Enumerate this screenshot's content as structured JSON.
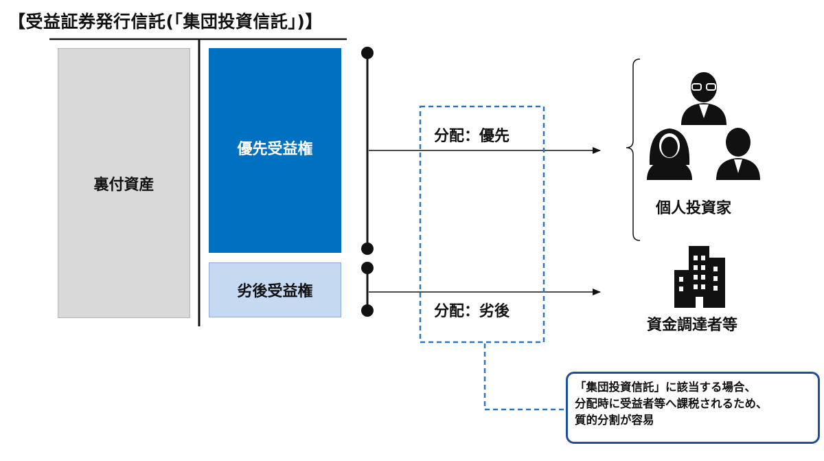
{
  "title": "【受益証券発行信託(「集団投資信託」)】",
  "underlying_asset": "裏付資産",
  "senior_interest": "優先受益権",
  "junior_interest": "劣後受益権",
  "distribution_senior": "分配：優先",
  "distribution_junior": "分配：劣後",
  "individual_investors": "個人投資家",
  "fund_providers": "資金調達者等",
  "note": {
    "lines": [
      "「集団投資信託」に該当する場合、",
      "分配時に受益者等へ課税されるため、",
      "質的分割が容易"
    ]
  },
  "icons": {
    "investors": "person-group-icon",
    "funders": "office-building-icon"
  },
  "colors": {
    "senior_fill": "#0070c0",
    "junior_fill": "#c5d9f1",
    "asset_fill": "#d9d9d9",
    "note_border": "#1f4e9c",
    "dashed_line": "#2e75b6"
  }
}
